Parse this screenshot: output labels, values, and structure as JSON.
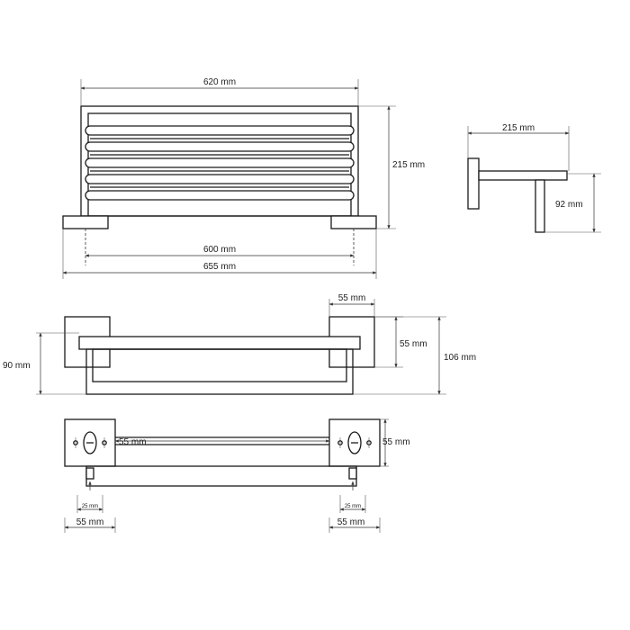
{
  "front_view": {
    "width_top": "620 mm",
    "height": "215 mm",
    "inner_spacing": "600 mm",
    "overall_width": "655 mm"
  },
  "side_view": {
    "depth": "215 mm",
    "height": "92 mm"
  },
  "elevation_view": {
    "base_width": "55 mm",
    "base_height": "55 mm",
    "overall_height": "106 mm",
    "bar_height": "90 mm"
  },
  "plan_view": {
    "flange_inner": "55 mm",
    "flange_height": "55 mm",
    "hole_offset_left": "25 mm",
    "hole_offset_right": "25 mm",
    "flange_left": "55 mm",
    "flange_right": "55 mm"
  }
}
